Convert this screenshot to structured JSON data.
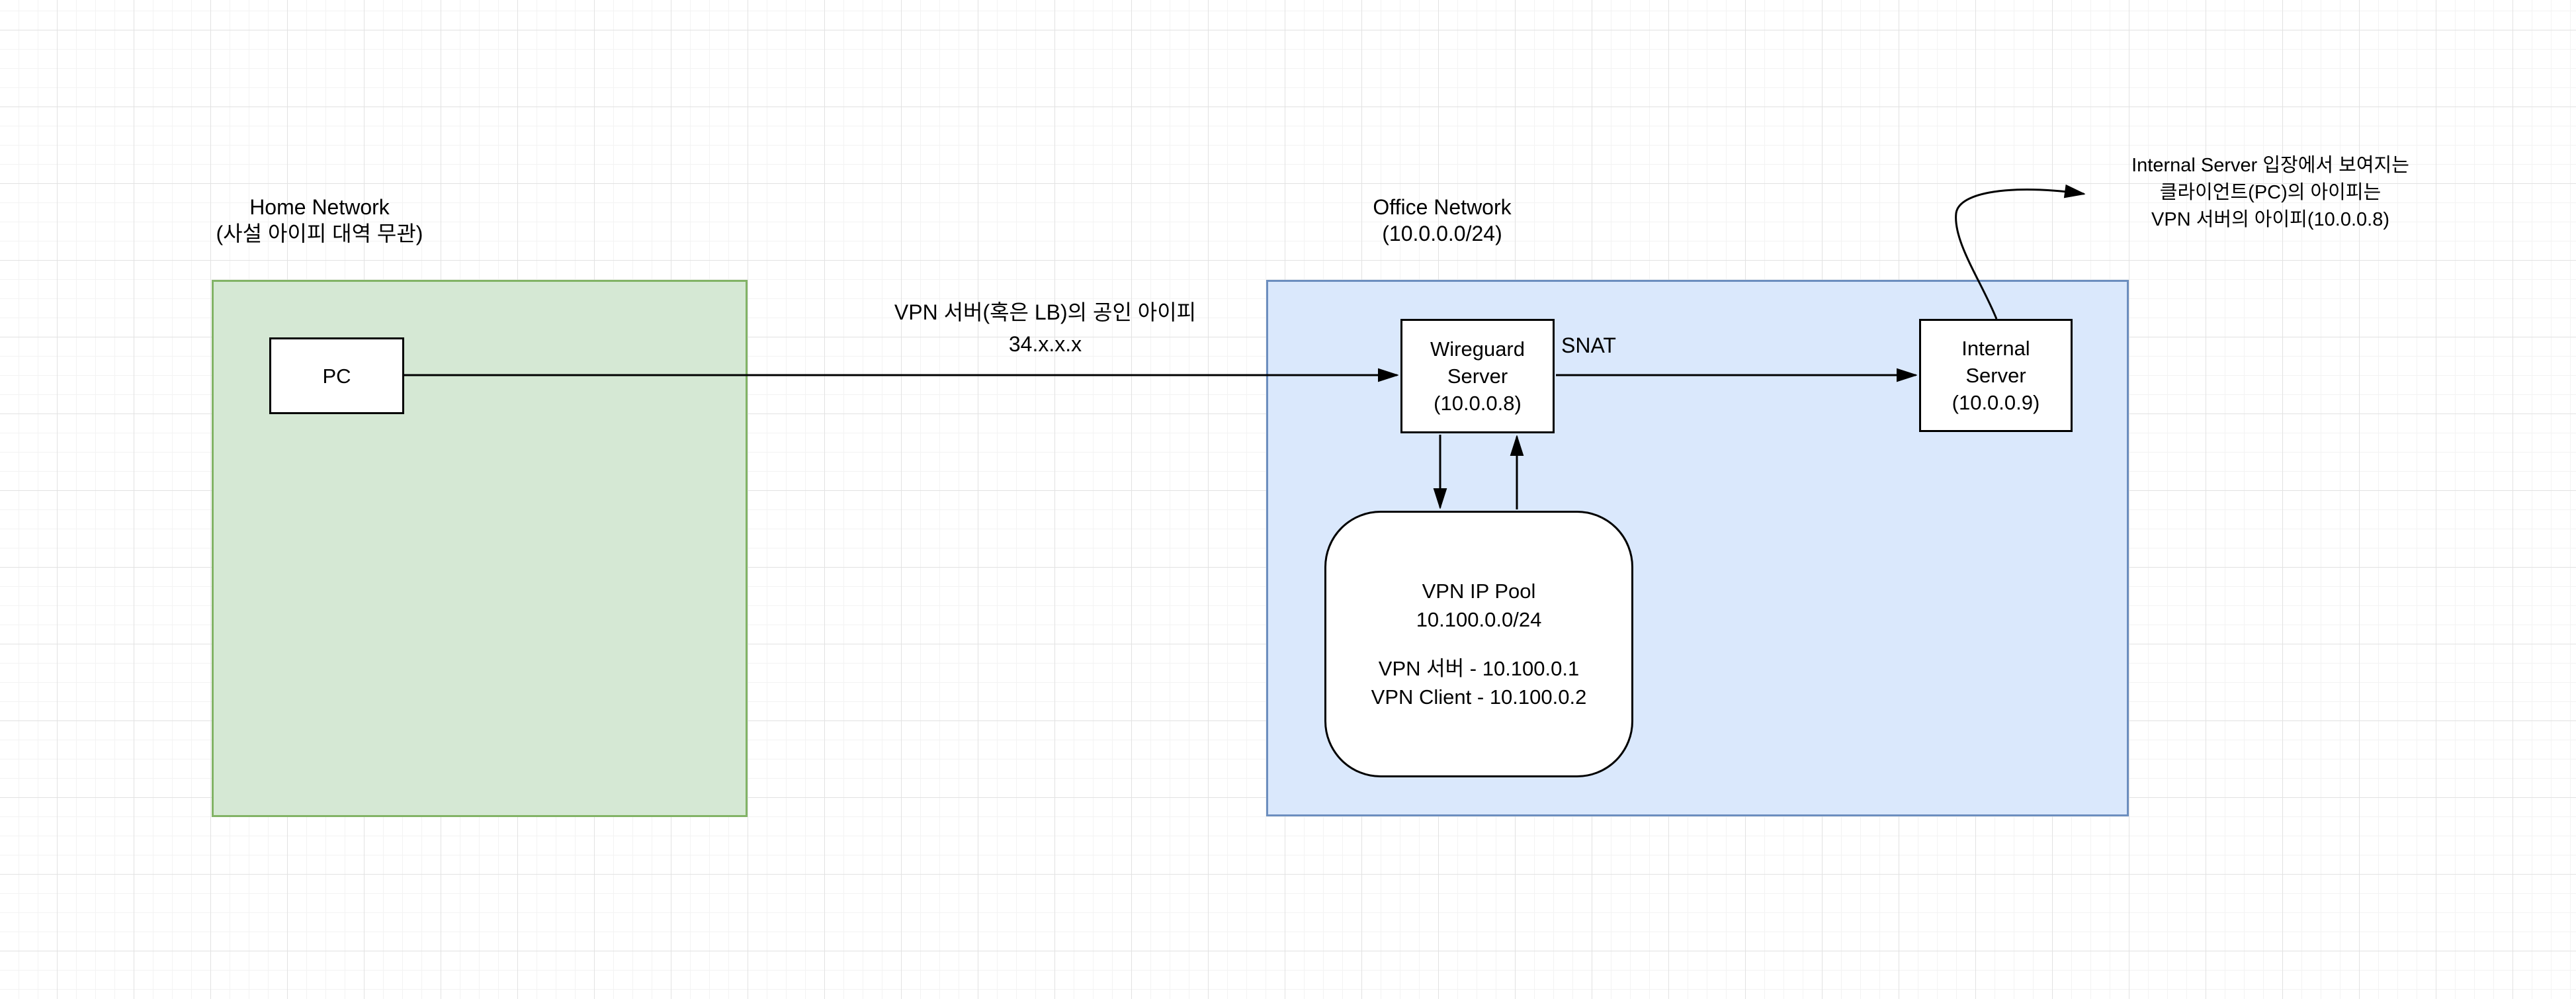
{
  "diagram": {
    "regions": {
      "home": {
        "title": "Home Network",
        "subtitle": "(사설 아이피 대역 무관)",
        "fill": "#d5e8d4",
        "stroke": "#82b366"
      },
      "office": {
        "title": "Office Network",
        "subtitle": "(10.0.0.0/24)",
        "fill": "#dae8fc",
        "stroke": "#6c8ebf"
      }
    },
    "nodes": {
      "pc": {
        "lines": [
          "PC"
        ]
      },
      "wireguard_server": {
        "lines": [
          "Wireguard",
          "Server",
          "(10.0.0.8)"
        ]
      },
      "internal_server": {
        "lines": [
          "Internal",
          "Server",
          "(10.0.0.9)"
        ]
      },
      "vpn_ip_pool": {
        "lines": [
          "VPN IP Pool",
          "10.100.0.0/24",
          "",
          "VPN 서버 - 10.100.0.1",
          "VPN Client - 10.100.0.2"
        ]
      }
    },
    "edge_labels": {
      "public_ip": {
        "line1": "VPN 서버(혹은 LB)의 공인 아이피",
        "line2": "34.x.x.x"
      },
      "snat": "SNAT"
    },
    "annotation": {
      "line1": "Internal Server 입장에서 보여지는",
      "line2": "클라이언트(PC)의 아이피는",
      "line3": "VPN 서버의 아이피(10.0.0.8)"
    },
    "colors": {
      "connector": "#000000",
      "node_fill": "#ffffff",
      "node_stroke": "#000000"
    }
  }
}
